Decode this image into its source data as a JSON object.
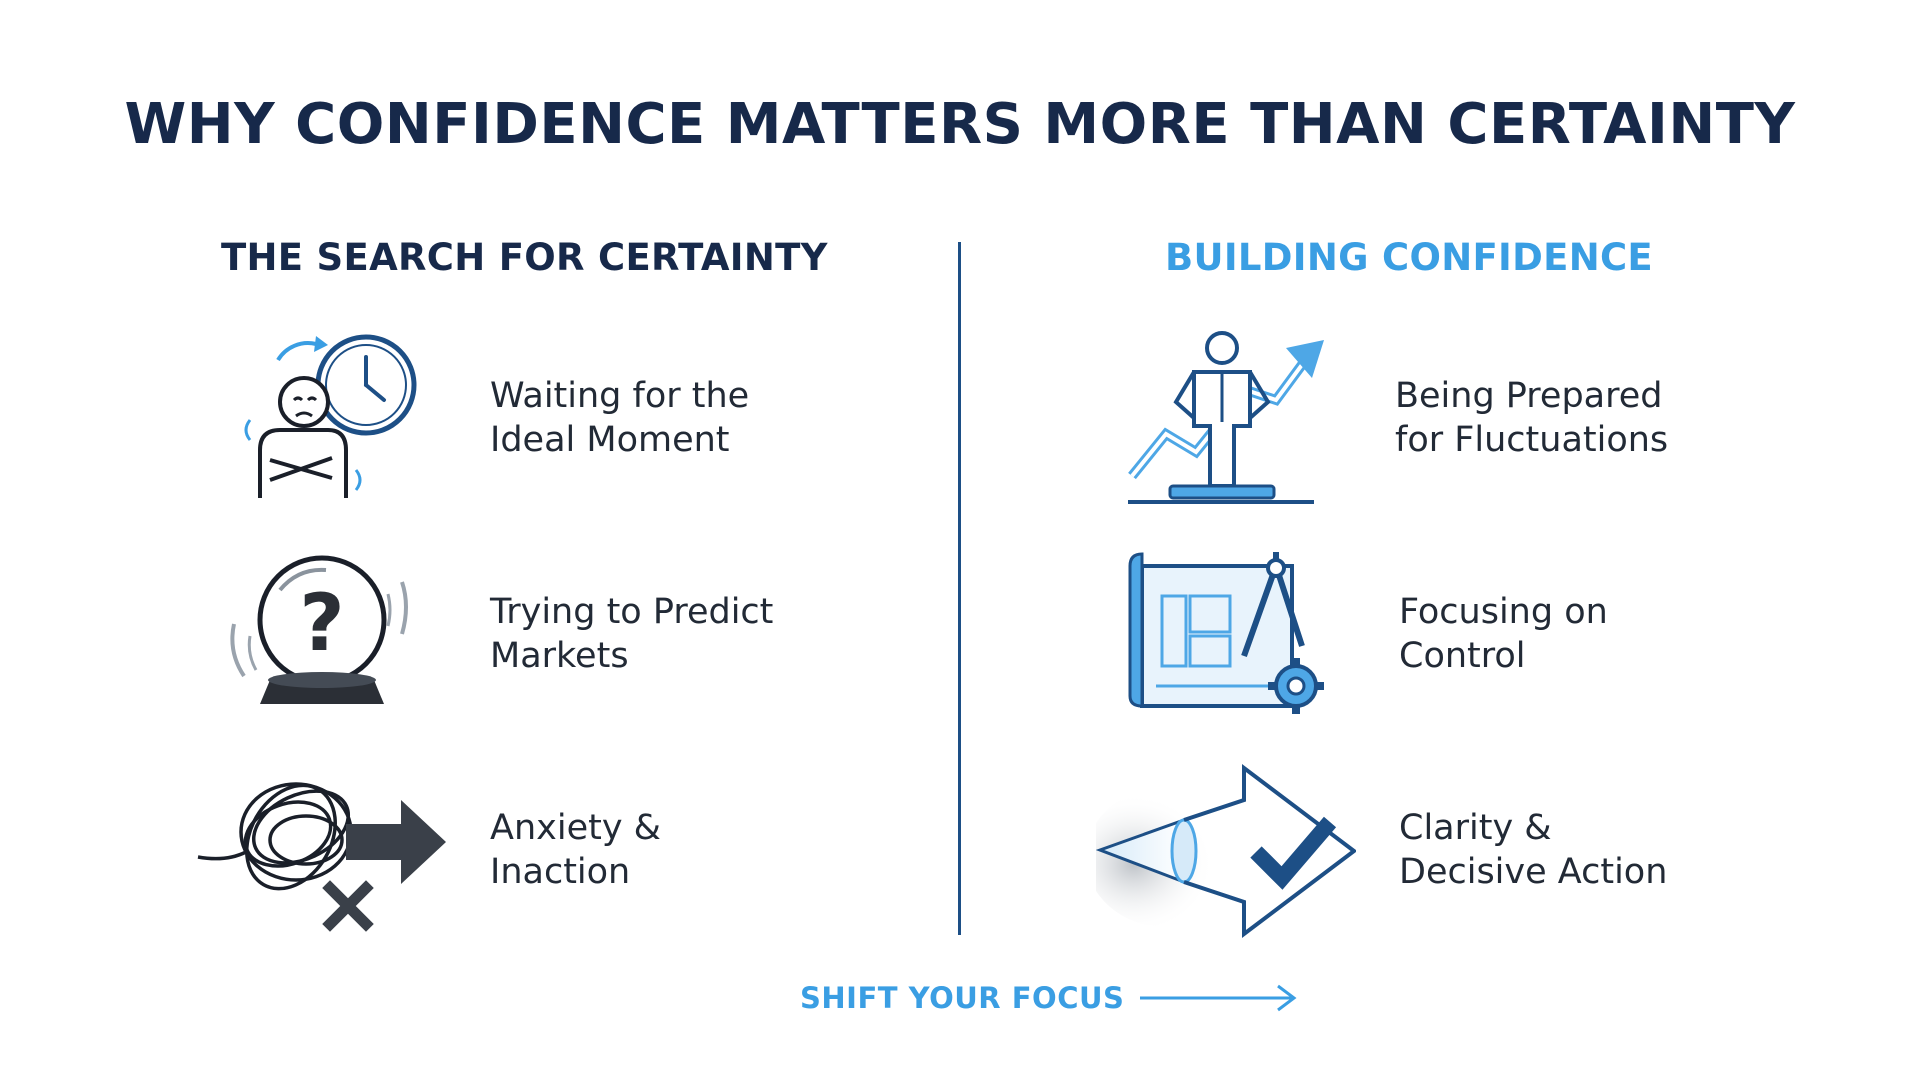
{
  "title": "WHY CONFIDENCE MATTERS MORE THAN CERTAINTY",
  "left": {
    "heading": "THE SEARCH FOR CERTAINTY",
    "items": [
      {
        "icon": "stressed-person-clock-icon",
        "lines": [
          "Waiting for the",
          "Ideal Moment"
        ]
      },
      {
        "icon": "crystal-ball-question-icon",
        "lines": [
          "Trying to Predict",
          "Markets"
        ]
      },
      {
        "icon": "tangled-arrow-x-icon",
        "lines": [
          "Anxiety &",
          "Inaction"
        ]
      }
    ]
  },
  "right": {
    "heading": "BUILDING CONFIDENCE",
    "items": [
      {
        "icon": "confident-person-growth-arrow-icon",
        "lines": [
          "Being Prepared",
          "for Fluctuations"
        ]
      },
      {
        "icon": "blueprint-compass-gear-icon",
        "lines": [
          "Focusing on",
          "Control"
        ]
      },
      {
        "icon": "arrow-checkmark-icon",
        "lines": [
          "Clarity &",
          "Decisive Action"
        ]
      }
    ]
  },
  "footer": {
    "label": "SHIFT YOUR FOCUS"
  },
  "colors": {
    "navy": "#17294a",
    "accent_blue": "#3a9ee3",
    "divider": "#1d4f86",
    "dark_gray": "#2b2f36"
  }
}
